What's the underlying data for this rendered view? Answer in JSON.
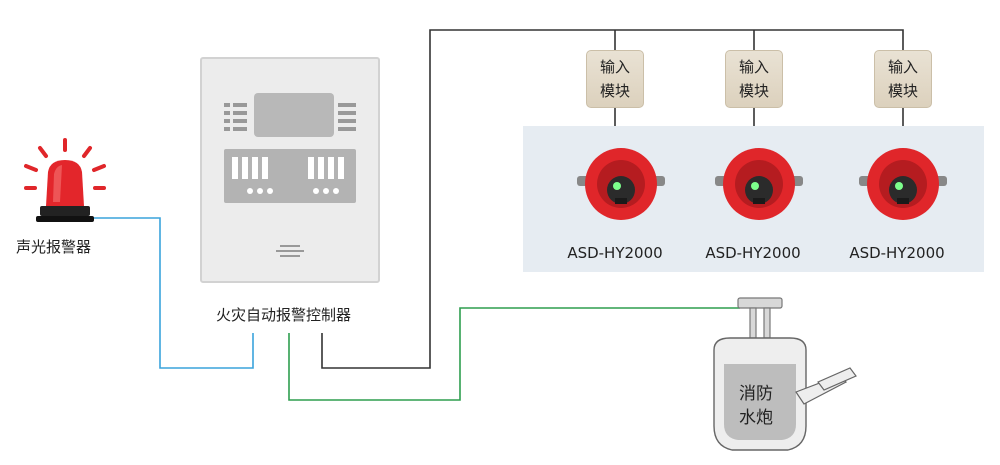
{
  "alarm": {
    "label": "声光报警器"
  },
  "controller": {
    "label": "火灾自动报警控制器"
  },
  "modules": [
    {
      "line1": "输入",
      "line2": "模块"
    },
    {
      "line1": "输入",
      "line2": "模块"
    },
    {
      "line1": "输入",
      "line2": "模块"
    }
  ],
  "detectors": [
    {
      "model": "ASD-HY2000"
    },
    {
      "model": "ASD-HY2000"
    },
    {
      "model": "ASD-HY2000"
    }
  ],
  "cannon": {
    "line1": "消防",
    "line2": "水炮"
  },
  "colors": {
    "blue_wire": "#3aa3dc",
    "green_wire": "#2e9e4f",
    "black_wire": "#333333",
    "detector_red": "#e0262a",
    "panel_bg": "#e6ecf2"
  }
}
